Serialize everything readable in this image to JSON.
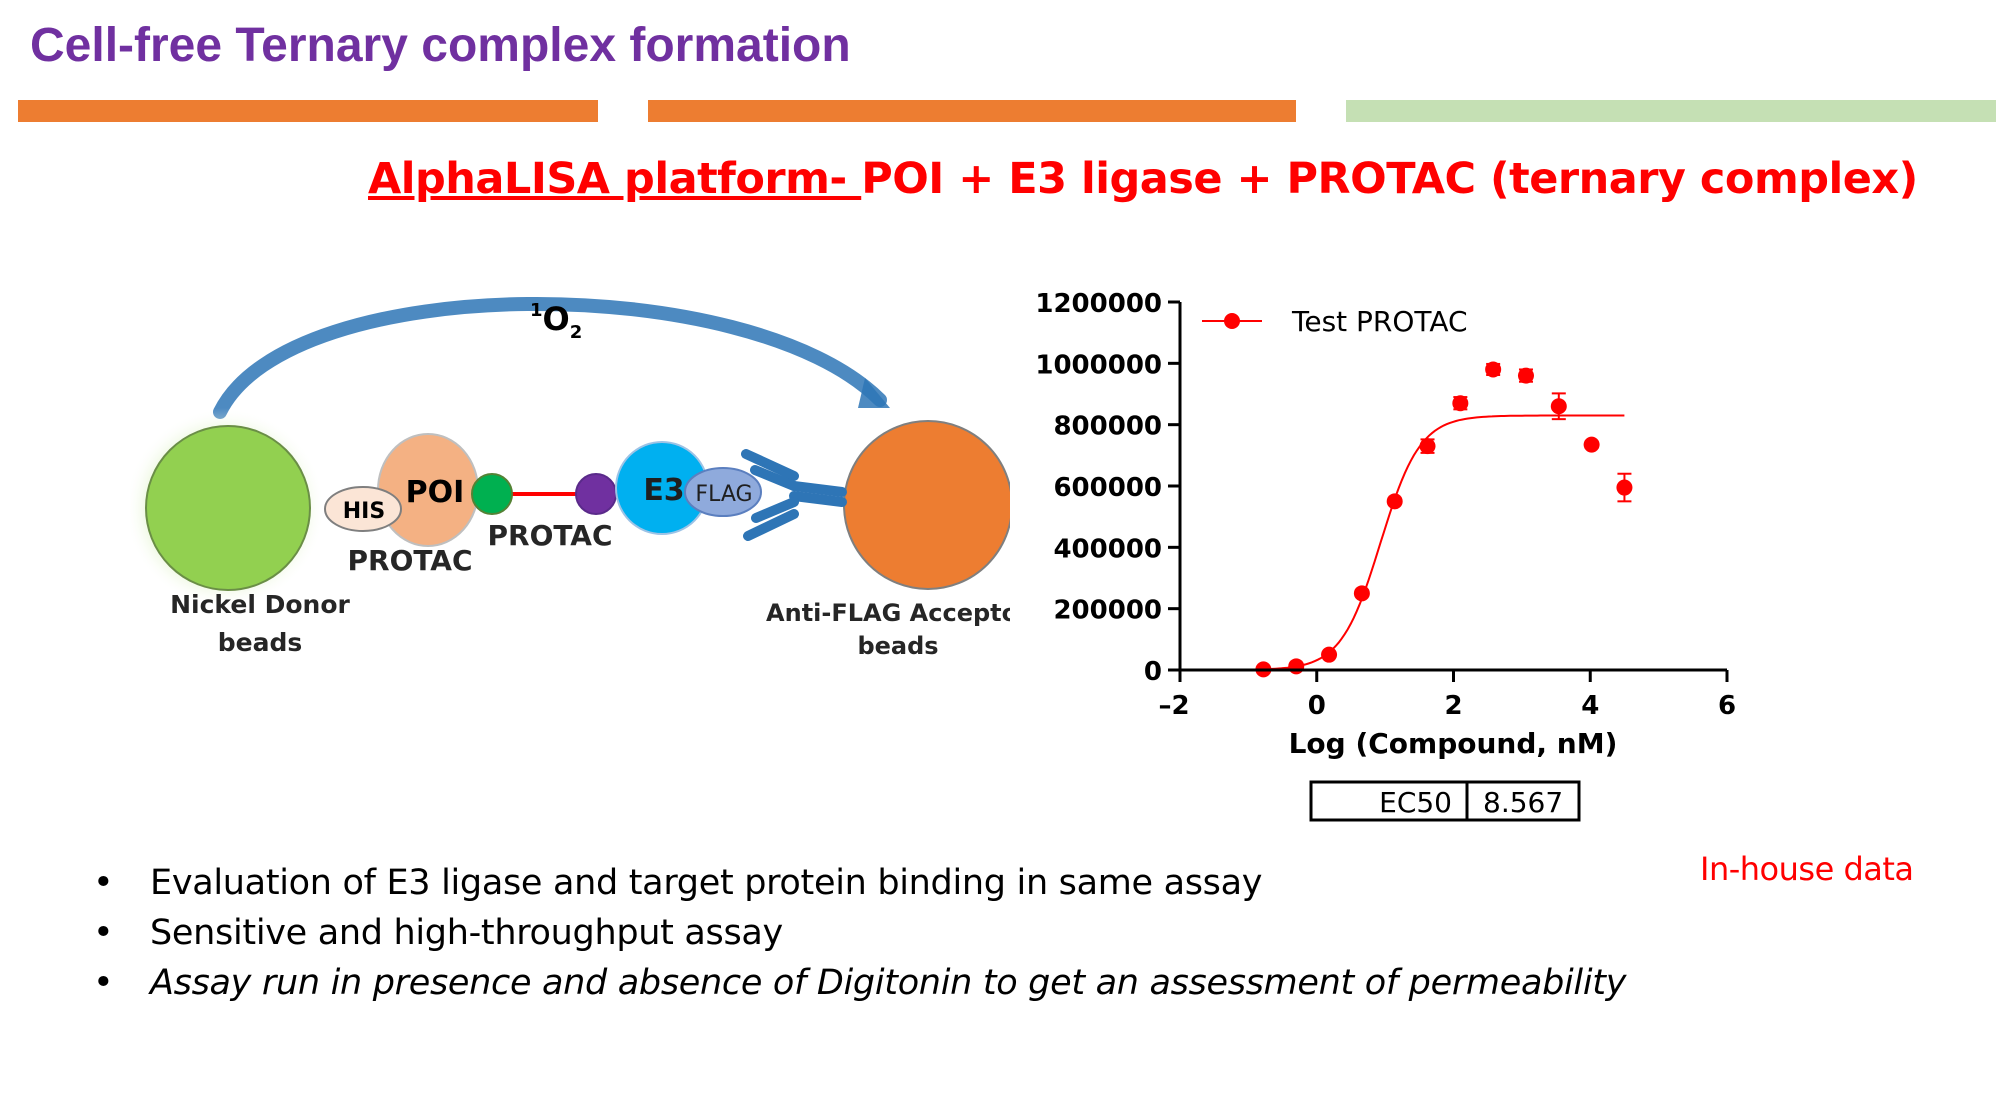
{
  "slide": {
    "title": "Cell-free Ternary complex formation",
    "bars": [
      {
        "color": "#ed7d31"
      },
      {
        "color": "#ed7d31"
      },
      {
        "color": "#c5e0b4"
      }
    ],
    "subtitle_underlined": "AlphaLISA platform- ",
    "subtitle_rest": "POI + E3 ligase + PROTAC (ternary complex)"
  },
  "diagram": {
    "oxygen_label": "O",
    "oxygen_sup": "1",
    "oxygen_sub": "2",
    "his_label": "HIS",
    "poi_label": "POI",
    "e3_label": "E3",
    "flag_label": "FLAG",
    "protac_label_left": "PROTAC",
    "protac_label_center": "PROTAC",
    "donor_label_line1": "Nickel Donor",
    "donor_label_line2": "beads",
    "acceptor_label_line1": "Anti-FLAG Acceptor",
    "acceptor_label_line2": "beads",
    "colors": {
      "donor": "#92d050",
      "acceptor": "#ed7d31",
      "poi": "#f4b183",
      "his": "#fbe5d6",
      "e3": "#00b0f0",
      "flag": "#8faadc",
      "linker": "#ff0000",
      "ligand_left": "#00b050",
      "ligand_right": "#7030a0",
      "antibody": "#2e75b6",
      "arc": "#2e75b6"
    }
  },
  "chart_data": {
    "type": "scatter",
    "title": "",
    "xlabel": "Log (Compound, nM)",
    "ylabel": "",
    "xlim": [
      -2,
      6
    ],
    "ylim": [
      0,
      1200000
    ],
    "xticks": [
      -2,
      0,
      2,
      4,
      6
    ],
    "yticks": [
      0,
      200000,
      400000,
      600000,
      800000,
      1000000,
      1200000
    ],
    "ytick_labels": [
      "0",
      "200000",
      "400000",
      "600000",
      "800000",
      "1000000",
      "1200000"
    ],
    "grid": false,
    "legend_position": "top-left",
    "color": "#ff0000",
    "series": [
      {
        "name": "Test PROTAC",
        "x": [
          -0.78,
          -0.3,
          0.18,
          0.66,
          1.14,
          1.62,
          2.1,
          2.58,
          3.06,
          3.54,
          4.02,
          4.5
        ],
        "y": [
          2000,
          12000,
          50000,
          250000,
          550000,
          730000,
          870000,
          980000,
          960000,
          860000,
          735000,
          595000
        ],
        "error": [
          0,
          0,
          0,
          0,
          0,
          22000,
          20000,
          18000,
          20000,
          42000,
          10000,
          45000
        ]
      }
    ],
    "fit_curve": {
      "bottom": 0,
      "top": 830000,
      "log_ec50": 0.933,
      "hill": 1.5,
      "x_range": [
        -0.78,
        4.5
      ]
    },
    "ec50_table": {
      "label": "EC50",
      "value": "8.567"
    }
  },
  "footer": {
    "bullets": [
      "Evaluation of E3 ligase and target protein binding in same assay",
      "Sensitive and high-throughput assay",
      "Assay run in presence and absence of Digitonin to get an assessment of permeability"
    ],
    "note": "In-house data"
  }
}
